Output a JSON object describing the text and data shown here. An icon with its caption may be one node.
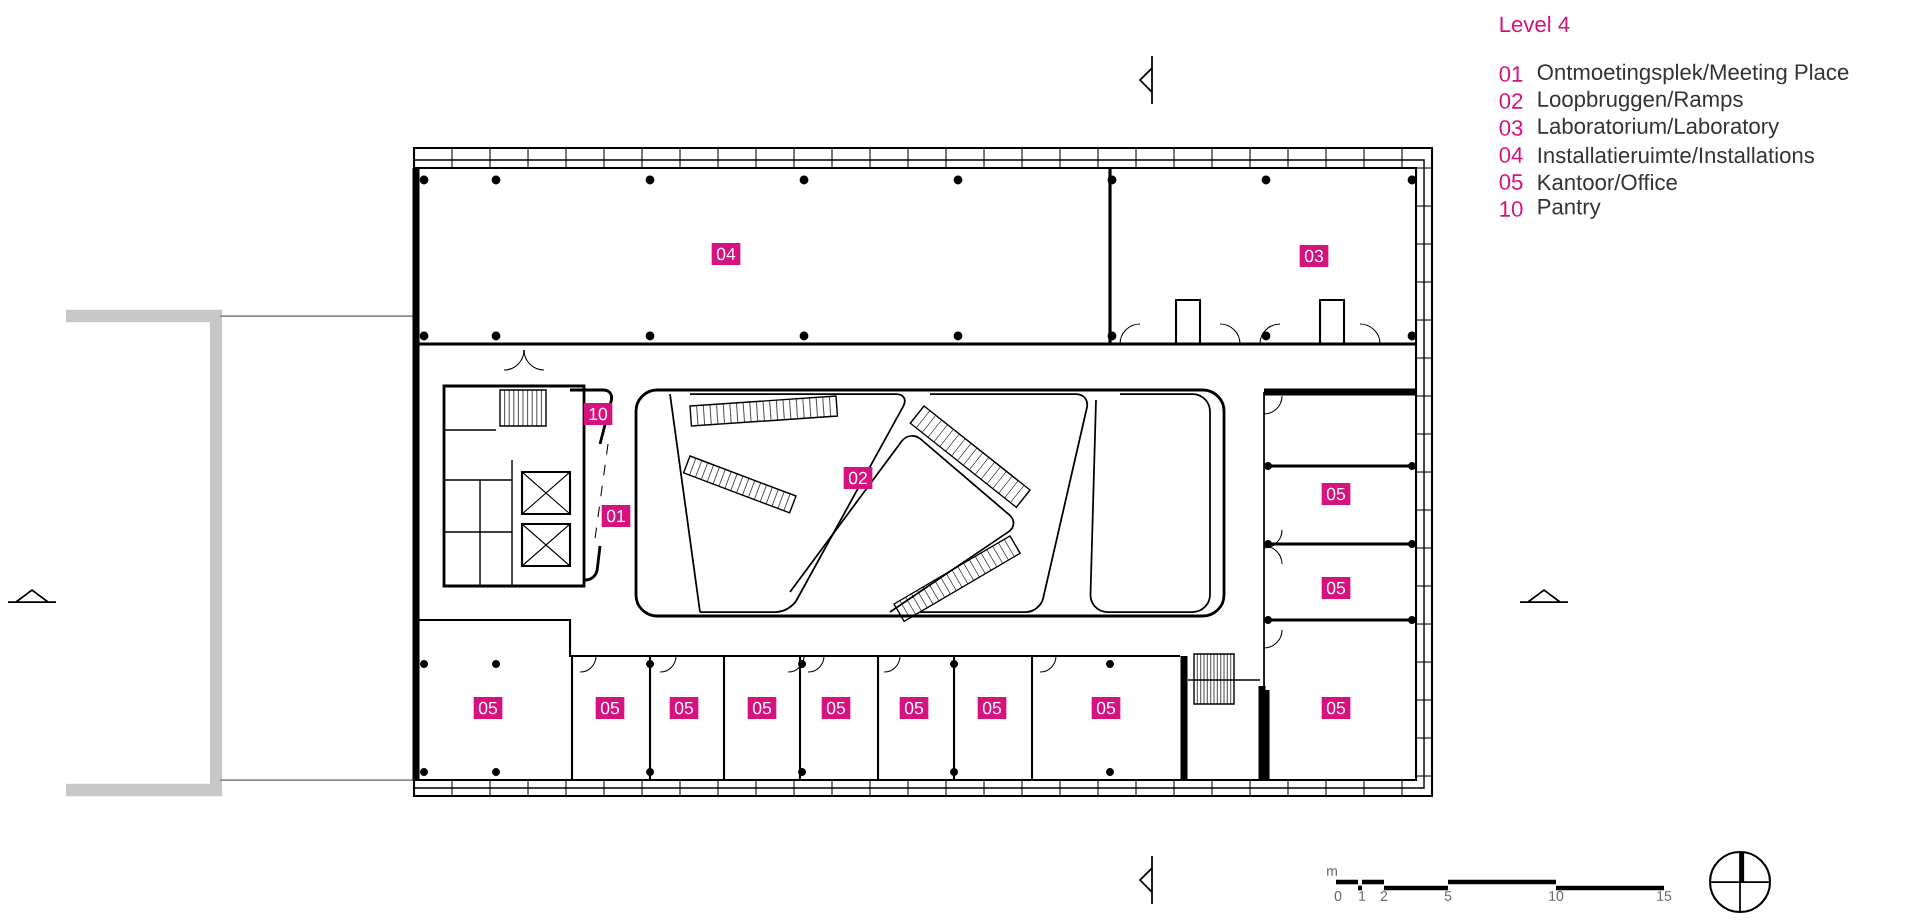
{
  "diagram": {
    "title": "Level 4",
    "nodes": [
      {
        "text": [
          "04"
        ]
      },
      {
        "text": [
          "03"
        ]
      },
      {
        "text": [
          "10"
        ]
      },
      {
        "text": [
          "02"
        ]
      },
      {
        "text": [
          "05"
        ]
      },
      {
        "text": [
          "01"
        ]
      },
      {
        "text": [
          "05"
        ]
      },
      {
        "text": [
          "05"
        ]
      },
      {
        "text": [
          "05"
        ]
      },
      {
        "text": [
          "05"
        ]
      },
      {
        "text": [
          "05"
        ]
      },
      {
        "text": [
          "05"
        ]
      },
      {
        "text": [
          "05"
        ]
      },
      {
        "text": [
          "05"
        ]
      },
      {
        "text": [
          "05"
        ]
      },
      {
        "text": [
          "05"
        ]
      }
    ],
    "labels": [
      "01",
      "Ontmoetingsplek/Meeting Place",
      "02",
      "Loopbruggen/Ramps",
      "03",
      "Laboratorium/Laboratory",
      "04",
      "Installatieruimte/Installations",
      "05",
      "Kantoor/Office",
      "10",
      "Pantry",
      "m",
      "0",
      "1",
      "2",
      "5",
      "10",
      "15"
    ]
  }
}
